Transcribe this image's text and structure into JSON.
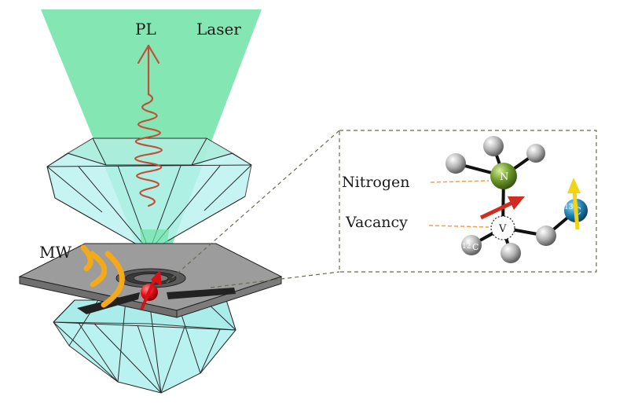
{
  "labels": {
    "pl": "PL",
    "laser": "Laser",
    "mw": "MW",
    "nitrogen": "Nitrogen",
    "vacancy": "Vacancy"
  },
  "atoms": {
    "nitrogen": "N",
    "vacancy": "V",
    "c12_mass": "12",
    "c12_symbol": "C",
    "c13_mass": "13",
    "c13_symbol": "C"
  },
  "colors": {
    "laser_beam": "#6fe3a6",
    "diamond_fill": "#b9f2f0",
    "diamond_edge": "#2a2a2a",
    "pl_wave": "#c0503a",
    "microwave": "#f4a91a",
    "plate": "#9c9c9c",
    "nv_center": "#e8101a",
    "nitrogen_atom": "#6d9a2b",
    "c13_atom": "#2487b8",
    "carbon_atom": "#c9c9c9",
    "spin_arrow_red": "#d12c22",
    "spin_arrow_yellow": "#f2d414",
    "leader_line": "#f0a050",
    "inset_border": "#6b6b50"
  }
}
